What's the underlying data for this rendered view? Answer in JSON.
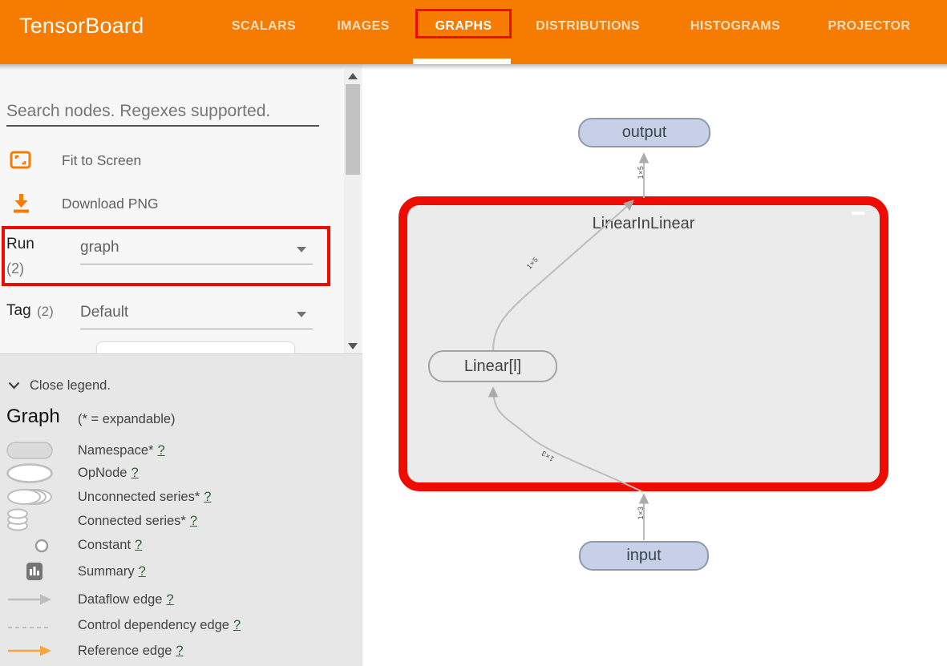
{
  "header": {
    "title": "TensorBoard",
    "tabs": [
      {
        "label": "SCALARS",
        "active": false
      },
      {
        "label": "IMAGES",
        "active": false
      },
      {
        "label": "GRAPHS",
        "active": true
      },
      {
        "label": "DISTRIBUTIONS",
        "active": false
      },
      {
        "label": "HISTOGRAMS",
        "active": false
      },
      {
        "label": "PROJECTOR",
        "active": false
      }
    ]
  },
  "sidebar": {
    "search_placeholder": "Search nodes. Regexes supported.",
    "fit_to_screen_label": "Fit to Screen",
    "download_png_label": "Download PNG",
    "run": {
      "label": "Run",
      "count": "(2)",
      "value": "graph"
    },
    "tag": {
      "label": "Tag",
      "count": "(2)",
      "value": "Default"
    }
  },
  "legend": {
    "close_label": "Close legend.",
    "heading": "Graph",
    "expandable_note": "(* = expandable)",
    "help_mark": "?",
    "items": [
      {
        "label": "Namespace*",
        "icon": "namespace-icon"
      },
      {
        "label": "OpNode",
        "icon": "opnode-icon"
      },
      {
        "label": "Unconnected series*",
        "icon": "unconnected-series-icon"
      },
      {
        "label": "Connected series*",
        "icon": "connected-series-icon"
      },
      {
        "label": "Constant",
        "icon": "constant-icon"
      },
      {
        "label": "Summary",
        "icon": "summary-icon"
      },
      {
        "label": "Dataflow edge",
        "icon": "dataflow-edge-icon"
      },
      {
        "label": "Control dependency edge",
        "icon": "control-dependency-edge-icon"
      },
      {
        "label": "Reference edge",
        "icon": "reference-edge-icon"
      }
    ]
  },
  "graph": {
    "namespace_title": "LinearInLinear",
    "nodes": {
      "output": "output",
      "linear": "Linear[l]",
      "input": "input"
    },
    "edge_labels": {
      "out_top": "1×5",
      "out_inner": "1×5",
      "in_inner": "1×3",
      "in_bottom": "1×3"
    }
  },
  "colors": {
    "header_orange": "#f57c00",
    "annotation_red": "#ee0b00",
    "io_node_fill": "#c8d0e8",
    "io_node_border": "#8e99b0",
    "namespace_fill": "#ebebeb",
    "edge_gray": "#bdbdbd",
    "reference_edge_orange": "#f9a43f",
    "help_link_green": "#2e5d32"
  }
}
